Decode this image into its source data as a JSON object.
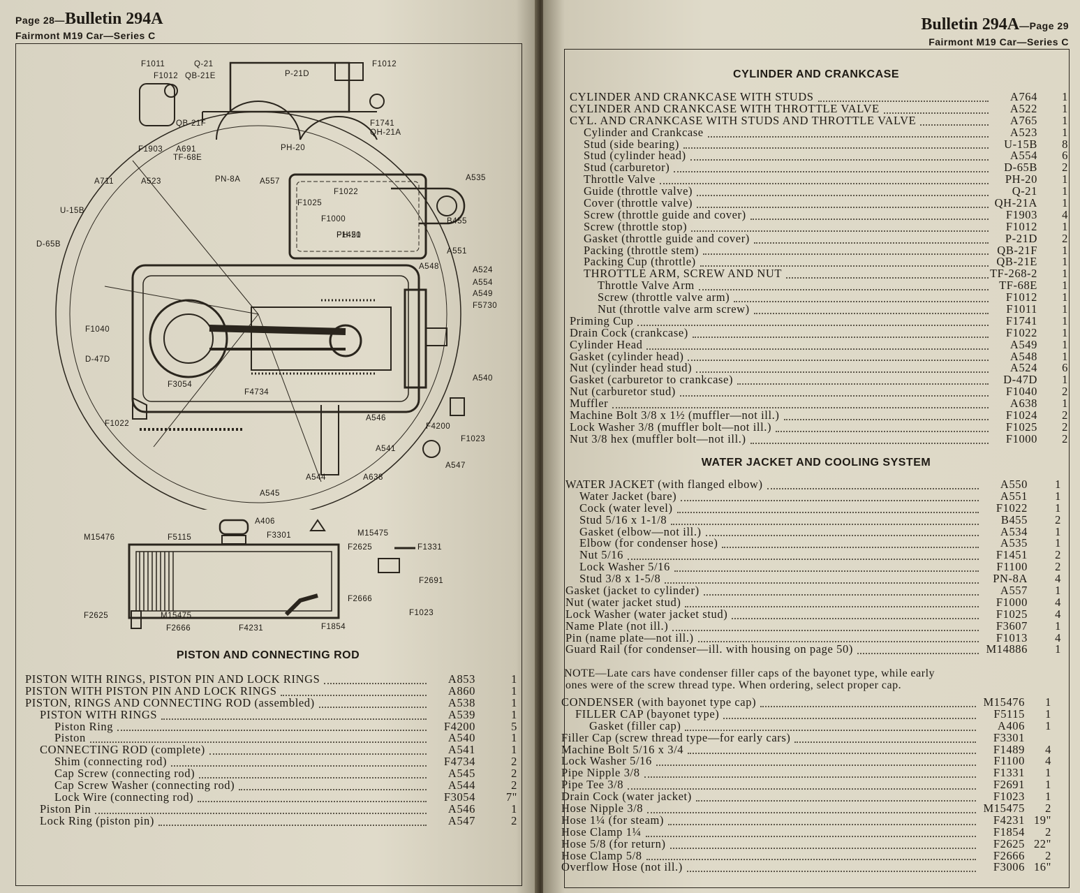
{
  "left_page": {
    "header_line1_prefix": "Page 28—",
    "header_line1_title": "Bulletin 294A",
    "header_line2": "Fairmont M19 Car—Series C",
    "engine_callouts": [
      "F1011",
      "F1012",
      "Q-21",
      "QB-21E",
      "P-21D",
      "F1012",
      "QB-21F",
      "F1741",
      "QH-21A",
      "F1903",
      "A691",
      "TF-68E",
      "PH-20",
      "A711",
      "A523",
      "PN-8A",
      "A557",
      "A535",
      "U-15B",
      "F1022",
      "F1025",
      "F1000",
      "B455",
      "F1451",
      "D-65B",
      "PH-20",
      "A551",
      "A548",
      "A524",
      "A554",
      "A549",
      "F5730",
      "F1040",
      "D-47D",
      "A540",
      "F3054",
      "F4734",
      "F1022",
      "A546",
      "F4200",
      "F1023",
      "A541",
      "A547",
      "A544",
      "A638",
      "A545"
    ],
    "condenser_callouts": [
      "A406",
      "F3301",
      "M15476",
      "F5115",
      "M15475",
      "F2625",
      "F1331",
      "F2691",
      "F2666",
      "F1023",
      "F2625",
      "M15475",
      "F2666",
      "F4231",
      "F1854"
    ],
    "section_title": "PISTON AND CONNECTING ROD",
    "piston_parts": [
      {
        "label": "PISTON WITH RINGS, PISTON PIN AND LOCK RINGS",
        "part": "A853",
        "qty": "1",
        "indent": 0
      },
      {
        "label": "PISTON WITH PISTON PIN AND LOCK RINGS",
        "part": "A860",
        "qty": "1",
        "indent": 0
      },
      {
        "label": "PISTON, RINGS AND CONNECTING ROD (assembled)",
        "part": "A538",
        "qty": "1",
        "indent": 0
      },
      {
        "label": "PISTON WITH RINGS",
        "part": "A539",
        "qty": "1",
        "indent": 1
      },
      {
        "label": "Piston Ring",
        "part": "F4200",
        "qty": "5",
        "indent": 2
      },
      {
        "label": "Piston",
        "part": "A540",
        "qty": "1",
        "indent": 2
      },
      {
        "label": "CONNECTING ROD (complete)",
        "part": "A541",
        "qty": "1",
        "indent": 1
      },
      {
        "label": "Shim (connecting rod)",
        "part": "F4734",
        "qty": "2",
        "indent": 2
      },
      {
        "label": "Cap Screw (connecting rod)",
        "part": "A545",
        "qty": "2",
        "indent": 2
      },
      {
        "label": "Cap Screw Washer (connecting rod)",
        "part": "A544",
        "qty": "2",
        "indent": 2
      },
      {
        "label": "Lock Wire (connecting rod)",
        "part": "F3054",
        "qty": "7\"",
        "indent": 2
      },
      {
        "label": "Piston Pin",
        "part": "A546",
        "qty": "1",
        "indent": 1
      },
      {
        "label": "Lock Ring (piston pin)",
        "part": "A547",
        "qty": "2",
        "indent": 1
      }
    ]
  },
  "right_page": {
    "header_line1_title": "Bulletin 294A",
    "header_line1_suffix": "—Page 29",
    "header_line2": "Fairmont M19 Car—Series C",
    "section1_title": "CYLINDER AND CRANKCASE",
    "cylinder_parts": [
      {
        "label": "CYLINDER AND CRANKCASE WITH STUDS",
        "part": "A764",
        "qty": "1",
        "indent": 0
      },
      {
        "label": "CYLINDER AND CRANKCASE WITH THROTTLE VALVE",
        "part": "A522",
        "qty": "1",
        "indent": 0
      },
      {
        "label": "CYL. AND CRANKCASE WITH STUDS AND THROTTLE VALVE",
        "part": "A765",
        "qty": "1",
        "indent": 0
      },
      {
        "label": "Cylinder and Crankcase",
        "part": "A523",
        "qty": "1",
        "indent": 1
      },
      {
        "label": "Stud (side bearing)",
        "part": "U-15B",
        "qty": "8",
        "indent": 1
      },
      {
        "label": "Stud (cylinder head)",
        "part": "A554",
        "qty": "6",
        "indent": 1
      },
      {
        "label": "Stud (carburetor)",
        "part": "D-65B",
        "qty": "2",
        "indent": 1
      },
      {
        "label": "Throttle Valve",
        "part": "PH-20",
        "qty": "1",
        "indent": 1
      },
      {
        "label": "Guide (throttle valve)",
        "part": "Q-21",
        "qty": "1",
        "indent": 1
      },
      {
        "label": "Cover (throttle valve)",
        "part": "QH-21A",
        "qty": "1",
        "indent": 1
      },
      {
        "label": "Screw (throttle guide and cover)",
        "part": "F1903",
        "qty": "4",
        "indent": 1
      },
      {
        "label": "Screw (throttle stop)",
        "part": "F1012",
        "qty": "1",
        "indent": 1
      },
      {
        "label": "Gasket (throttle guide and cover)",
        "part": "P-21D",
        "qty": "2",
        "indent": 1
      },
      {
        "label": "Packing (throttle stem)",
        "part": "QB-21F",
        "qty": "1",
        "indent": 1
      },
      {
        "label": "Packing Cup (throttle)",
        "part": "QB-21E",
        "qty": "1",
        "indent": 1
      },
      {
        "label": "THROTTLE ARM, SCREW AND NUT",
        "part": "TF-268-2",
        "qty": "1",
        "indent": 1
      },
      {
        "label": "Throttle Valve Arm",
        "part": "TF-68E",
        "qty": "1",
        "indent": 2
      },
      {
        "label": "Screw (throttle valve arm)",
        "part": "F1012",
        "qty": "1",
        "indent": 2
      },
      {
        "label": "Nut (throttle valve arm screw)",
        "part": "F1011",
        "qty": "1",
        "indent": 2
      },
      {
        "label": "Priming Cup",
        "part": "F1741",
        "qty": "1",
        "indent": 0
      },
      {
        "label": "Drain Cock (crankcase)",
        "part": "F1022",
        "qty": "1",
        "indent": 0
      },
      {
        "label": "Cylinder Head",
        "part": "A549",
        "qty": "1",
        "indent": 0
      },
      {
        "label": "Gasket (cylinder head)",
        "part": "A548",
        "qty": "1",
        "indent": 0
      },
      {
        "label": "Nut (cylinder head stud)",
        "part": "A524",
        "qty": "6",
        "indent": 0
      },
      {
        "label": "Gasket (carburetor to crankcase)",
        "part": "D-47D",
        "qty": "1",
        "indent": 0
      },
      {
        "label": "Nut (carburetor stud)",
        "part": "F1040",
        "qty": "2",
        "indent": 0
      },
      {
        "label": "Muffler",
        "part": "A638",
        "qty": "1",
        "indent": 0
      },
      {
        "label": "Machine Bolt 3/8 x 1½ (muffler—not ill.)",
        "part": "F1024",
        "qty": "2",
        "indent": 0
      },
      {
        "label": "Lock Washer 3/8 (muffler bolt—not ill.)",
        "part": "F1025",
        "qty": "2",
        "indent": 0
      },
      {
        "label": "Nut 3/8 hex (muffler bolt—not ill.)",
        "part": "F1000",
        "qty": "2",
        "indent": 0
      }
    ],
    "section2_title": "WATER JACKET AND COOLING SYSTEM",
    "water_parts": [
      {
        "label": "WATER JACKET (with flanged elbow)",
        "part": "A550",
        "qty": "1",
        "indent": 0
      },
      {
        "label": "Water Jacket (bare)",
        "part": "A551",
        "qty": "1",
        "indent": 1
      },
      {
        "label": "Cock (water level)",
        "part": "F1022",
        "qty": "1",
        "indent": 1
      },
      {
        "label": "Stud 5/16 x 1-1/8",
        "part": "B455",
        "qty": "2",
        "indent": 1
      },
      {
        "label": "Gasket (elbow—not ill.)",
        "part": "A534",
        "qty": "1",
        "indent": 1
      },
      {
        "label": "Elbow (for condenser hose)",
        "part": "A535",
        "qty": "1",
        "indent": 1
      },
      {
        "label": "Nut 5/16",
        "part": "F1451",
        "qty": "2",
        "indent": 1
      },
      {
        "label": "Lock Washer 5/16",
        "part": "F1100",
        "qty": "2",
        "indent": 1
      },
      {
        "label": "Stud 3/8 x 1-5/8",
        "part": "PN-8A",
        "qty": "4",
        "indent": 1
      },
      {
        "label": "Gasket (jacket to cylinder)",
        "part": "A557",
        "qty": "1",
        "indent": 0
      },
      {
        "label": "Nut (water jacket stud)",
        "part": "F1000",
        "qty": "4",
        "indent": 0
      },
      {
        "label": "Lock Washer (water jacket stud)",
        "part": "F1025",
        "qty": "4",
        "indent": 0
      },
      {
        "label": "Name Plate (not ill.)",
        "part": "F3607",
        "qty": "1",
        "indent": 0
      },
      {
        "label": "Pin (name plate—not ill.)",
        "part": "F1013",
        "qty": "4",
        "indent": 0
      },
      {
        "label": "Guard Rail (for condenser—ill. with housing on page 50)",
        "part": "M14886",
        "qty": "1",
        "indent": 0
      }
    ],
    "note_line1": "NOTE—Late cars have condenser filler caps of the bayonet type, while early",
    "note_line2": "ones were of the screw thread type.  When ordering, select proper cap.",
    "condenser_parts": [
      {
        "label": "CONDENSER (with bayonet type cap)",
        "part": "M15476",
        "qty": "1",
        "indent": 0
      },
      {
        "label": "FILLER CAP (bayonet type)",
        "part": "F5115",
        "qty": "1",
        "indent": 1
      },
      {
        "label": "Gasket (filler cap)",
        "part": "A406",
        "qty": "1",
        "indent": 2
      },
      {
        "label": "Filler Cap (screw thread type—for early cars)",
        "part": "F3301",
        "qty": "",
        "indent": 0
      },
      {
        "label": "Machine Bolt 5/16 x 3/4",
        "part": "F1489",
        "qty": "4",
        "indent": 0
      },
      {
        "label": "Lock Washer 5/16",
        "part": "F1100",
        "qty": "4",
        "indent": 0
      },
      {
        "label": "Pipe Nipple 3/8",
        "part": "F1331",
        "qty": "1",
        "indent": 0
      },
      {
        "label": "Pipe Tee 3/8",
        "part": "F2691",
        "qty": "1",
        "indent": 0
      },
      {
        "label": "Drain Cock (water jacket)",
        "part": "F1023",
        "qty": "1",
        "indent": 0
      },
      {
        "label": "Hose Nipple 3/8",
        "part": "M15475",
        "qty": "2",
        "indent": 0
      },
      {
        "label": "Hose 1¼ (for steam)",
        "part": "F4231",
        "qty": "19\"",
        "indent": 0
      },
      {
        "label": "Hose Clamp 1¼",
        "part": "F1854",
        "qty": "2",
        "indent": 0
      },
      {
        "label": "Hose 5/8 (for return)",
        "part": "F2625",
        "qty": "22\"",
        "indent": 0
      },
      {
        "label": "Hose Clamp 5/8",
        "part": "F2666",
        "qty": "2",
        "indent": 0
      },
      {
        "label": "Overflow Hose (not ill.)",
        "part": "F3006",
        "qty": "16\"",
        "indent": 0
      }
    ]
  }
}
